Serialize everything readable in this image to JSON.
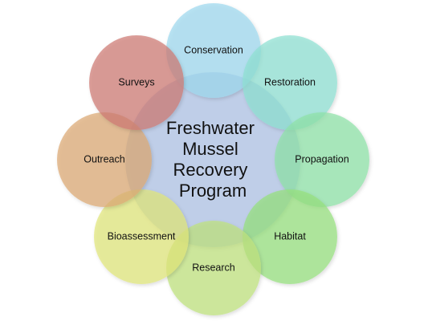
{
  "center": {
    "lines": [
      "Freshwater",
      "Mussel",
      "Recovery",
      "Program"
    ],
    "color": "#b4c6e7"
  },
  "nodes": [
    {
      "label": "Conservation",
      "color": "#9ed8ee"
    },
    {
      "label": "Restoration",
      "color": "#8fe0d2"
    },
    {
      "label": "Propagation",
      "color": "#8fe2a8"
    },
    {
      "label": "Habitat",
      "color": "#96e07e"
    },
    {
      "label": "Research",
      "color": "#bfe27e"
    },
    {
      "label": "Bioassessment",
      "color": "#e0e67a"
    },
    {
      "label": "Outreach",
      "color": "#dca974"
    },
    {
      "label": "Surveys",
      "color": "#cf7a74"
    }
  ]
}
